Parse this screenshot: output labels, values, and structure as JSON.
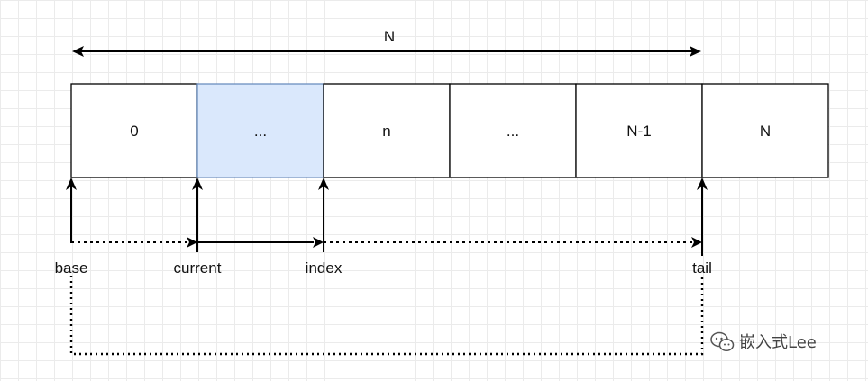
{
  "span": {
    "label": "N"
  },
  "cells": [
    {
      "label": "0",
      "highlighted": false
    },
    {
      "label": "...",
      "highlighted": true
    },
    {
      "label": "n",
      "highlighted": false
    },
    {
      "label": "...",
      "highlighted": false
    },
    {
      "label": "N-1",
      "highlighted": false
    },
    {
      "label": "N",
      "highlighted": false
    }
  ],
  "pointers": {
    "base": "base",
    "current": "current",
    "index": "index",
    "tail": "tail"
  },
  "colors": {
    "cell_border": "#000000",
    "cell_fill": "#ffffff",
    "highlight_fill": "#dae8fc",
    "highlight_border": "#6c8ebf",
    "line": "#000000"
  },
  "watermark": {
    "icon": "wechat-icon",
    "text": "嵌入式Lee"
  }
}
